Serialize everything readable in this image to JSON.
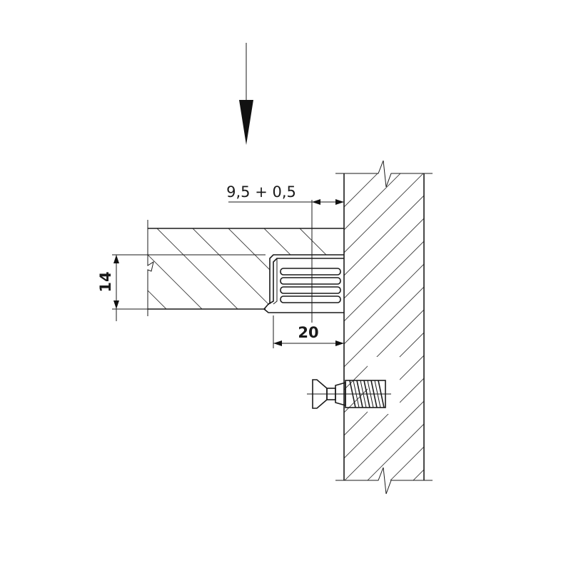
{
  "dimensions": {
    "gap": "9,5 + 0,5",
    "thickness": "14",
    "depth": "20"
  },
  "colors": {
    "line": "#1a1a1a",
    "background": "#ffffff"
  }
}
